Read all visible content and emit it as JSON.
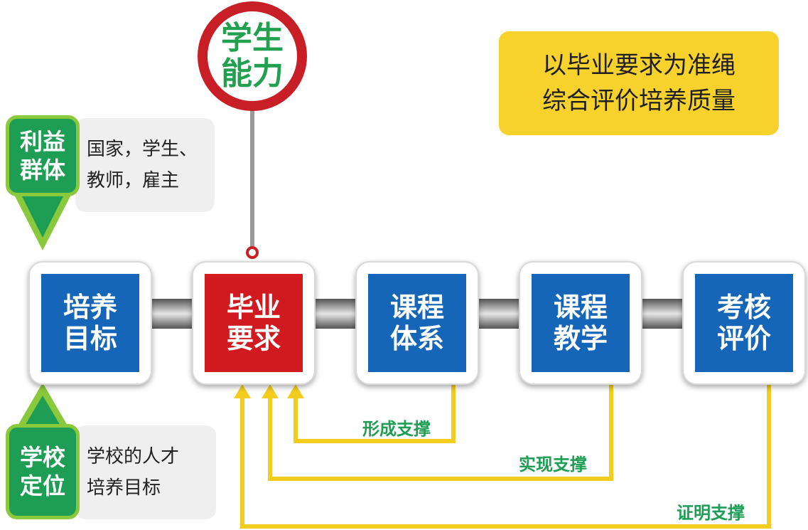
{
  "stages": [
    {
      "label": "培养目标",
      "color": "#1565b8"
    },
    {
      "label": "毕业要求",
      "color": "#d01a1f"
    },
    {
      "label": "课程体系",
      "color": "#1565b8"
    },
    {
      "label": "课程教学",
      "color": "#1565b8"
    },
    {
      "label": "考核评价",
      "color": "#1565b8"
    }
  ],
  "stakeholders": {
    "title": "利益群体",
    "text": "国家，学生、教师，雇主"
  },
  "positioning": {
    "title": "学校定位",
    "text": "学校的人才培养目标"
  },
  "ability": {
    "text": "学生能力"
  },
  "note": {
    "text": "以毕业要求为准绳综合评价培养质量"
  },
  "supports": [
    {
      "label": "形成支撑"
    },
    {
      "label": "实现支撑"
    },
    {
      "label": "证明支撑"
    }
  ],
  "colors": {
    "blue": "#1565b8",
    "red": "#d01a1f",
    "green": "#1e9e54",
    "light_green": "#8ac83c",
    "yellow": "#f7d22d"
  }
}
